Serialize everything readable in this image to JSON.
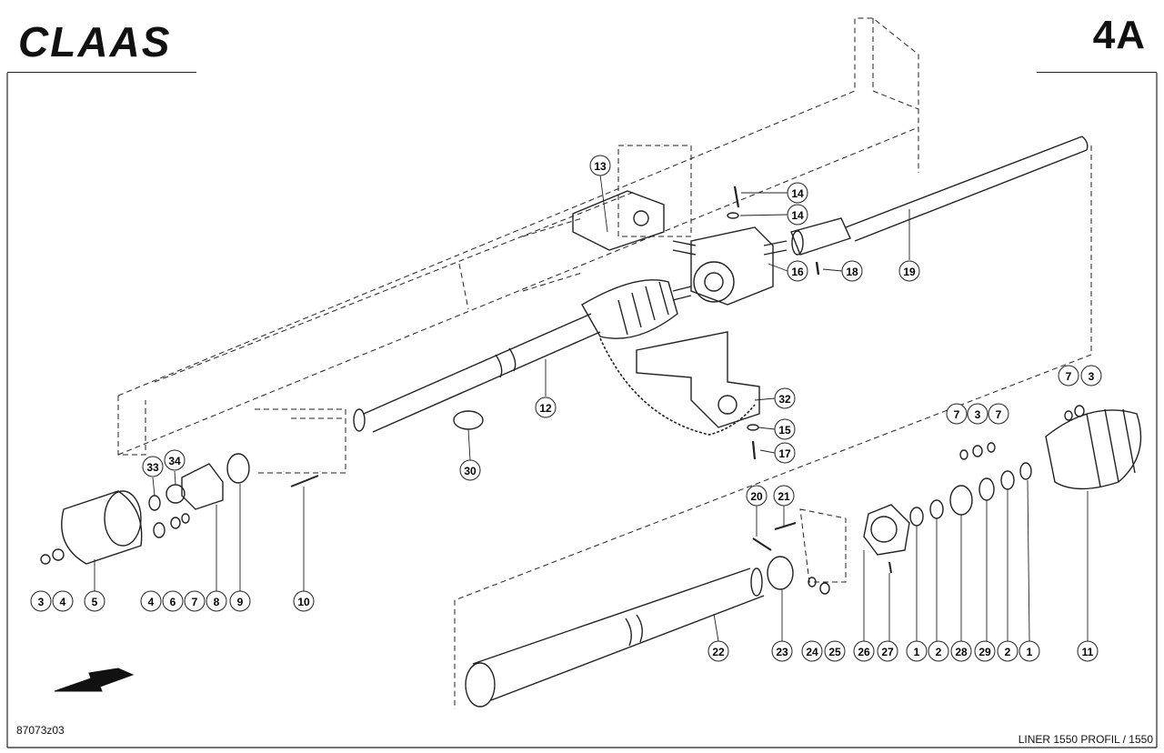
{
  "header": {
    "brand": "CLAAS",
    "page_code": "4A"
  },
  "footer": {
    "drawing_number": "87073z03",
    "model": "LINER 1550 PROFIL / 1550"
  },
  "callouts": [
    "1",
    "1",
    "2",
    "2",
    "3",
    "3",
    "3",
    "4",
    "4",
    "5",
    "6",
    "7",
    "7",
    "7",
    "7",
    "8",
    "9",
    "10",
    "11",
    "12",
    "13",
    "14",
    "14",
    "15",
    "16",
    "17",
    "18",
    "19",
    "20",
    "21",
    "22",
    "23",
    "24",
    "25",
    "26",
    "27",
    "28",
    "29",
    "30",
    "32",
    "33",
    "34"
  ]
}
